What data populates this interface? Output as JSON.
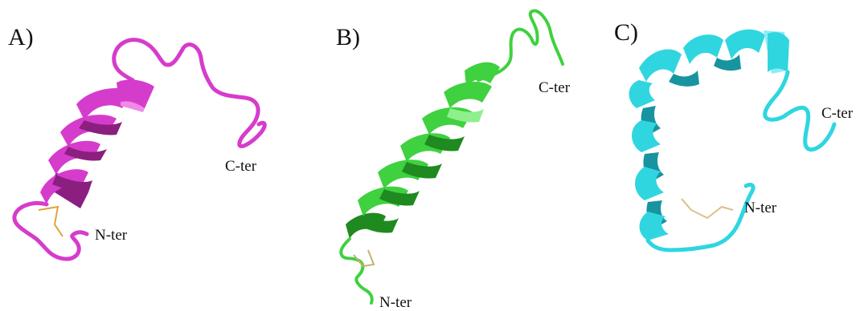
{
  "figure": {
    "panels": [
      {
        "label": "A)",
        "n_term": "N-ter",
        "c_term": "C-ter",
        "color_main": "#d63ccc",
        "color_dark": "#8a1f80",
        "color_light": "#f08ae8",
        "disulfide_color": "#e0a23a"
      },
      {
        "label": "B)",
        "n_term": "N-ter",
        "c_term": "C-ter",
        "color_main": "#3fd13f",
        "color_dark": "#1f8a1f",
        "color_light": "#8df08d",
        "disulfide_color": "#c8b070"
      },
      {
        "label": "C)",
        "n_term": "N-ter",
        "c_term": "C-ter",
        "color_main": "#2fd6e0",
        "color_dark": "#1794a0",
        "color_light": "#8aeef4",
        "disulfide_color": "#d8c088"
      }
    ]
  }
}
